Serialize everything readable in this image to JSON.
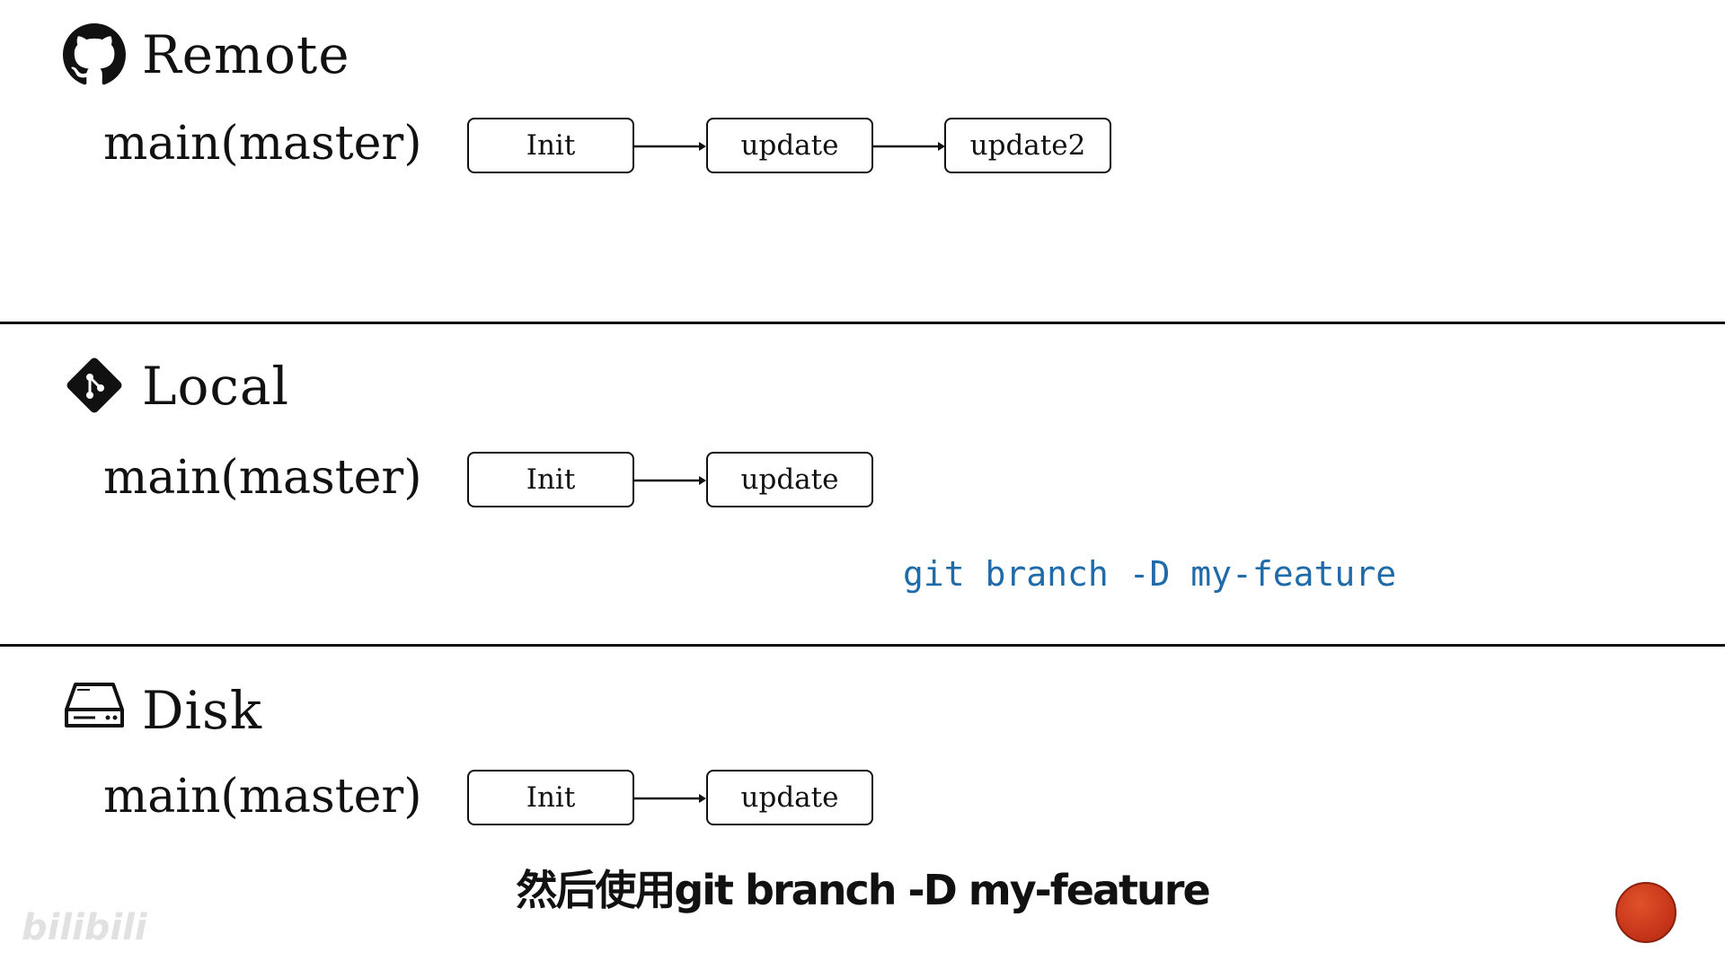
{
  "sections": {
    "remote": {
      "title": "Remote",
      "icon": "github-icon",
      "branch_label": "main(master)",
      "commits": [
        "Init",
        "update",
        "update2"
      ]
    },
    "local": {
      "title": "Local",
      "icon": "git-icon",
      "branch_label": "main(master)",
      "commits": [
        "Init",
        "update"
      ],
      "command": "git branch -D my-feature"
    },
    "disk": {
      "title": "Disk",
      "icon": "disk-drive-icon",
      "branch_label": "main(master)",
      "commits": [
        "Init",
        "update"
      ]
    }
  },
  "subtitle": "然后使用git branch -D my-feature",
  "watermark": "bilibili",
  "colors": {
    "command": "#1f6aa8",
    "text": "#111111",
    "record_dot": "#c8361a"
  }
}
